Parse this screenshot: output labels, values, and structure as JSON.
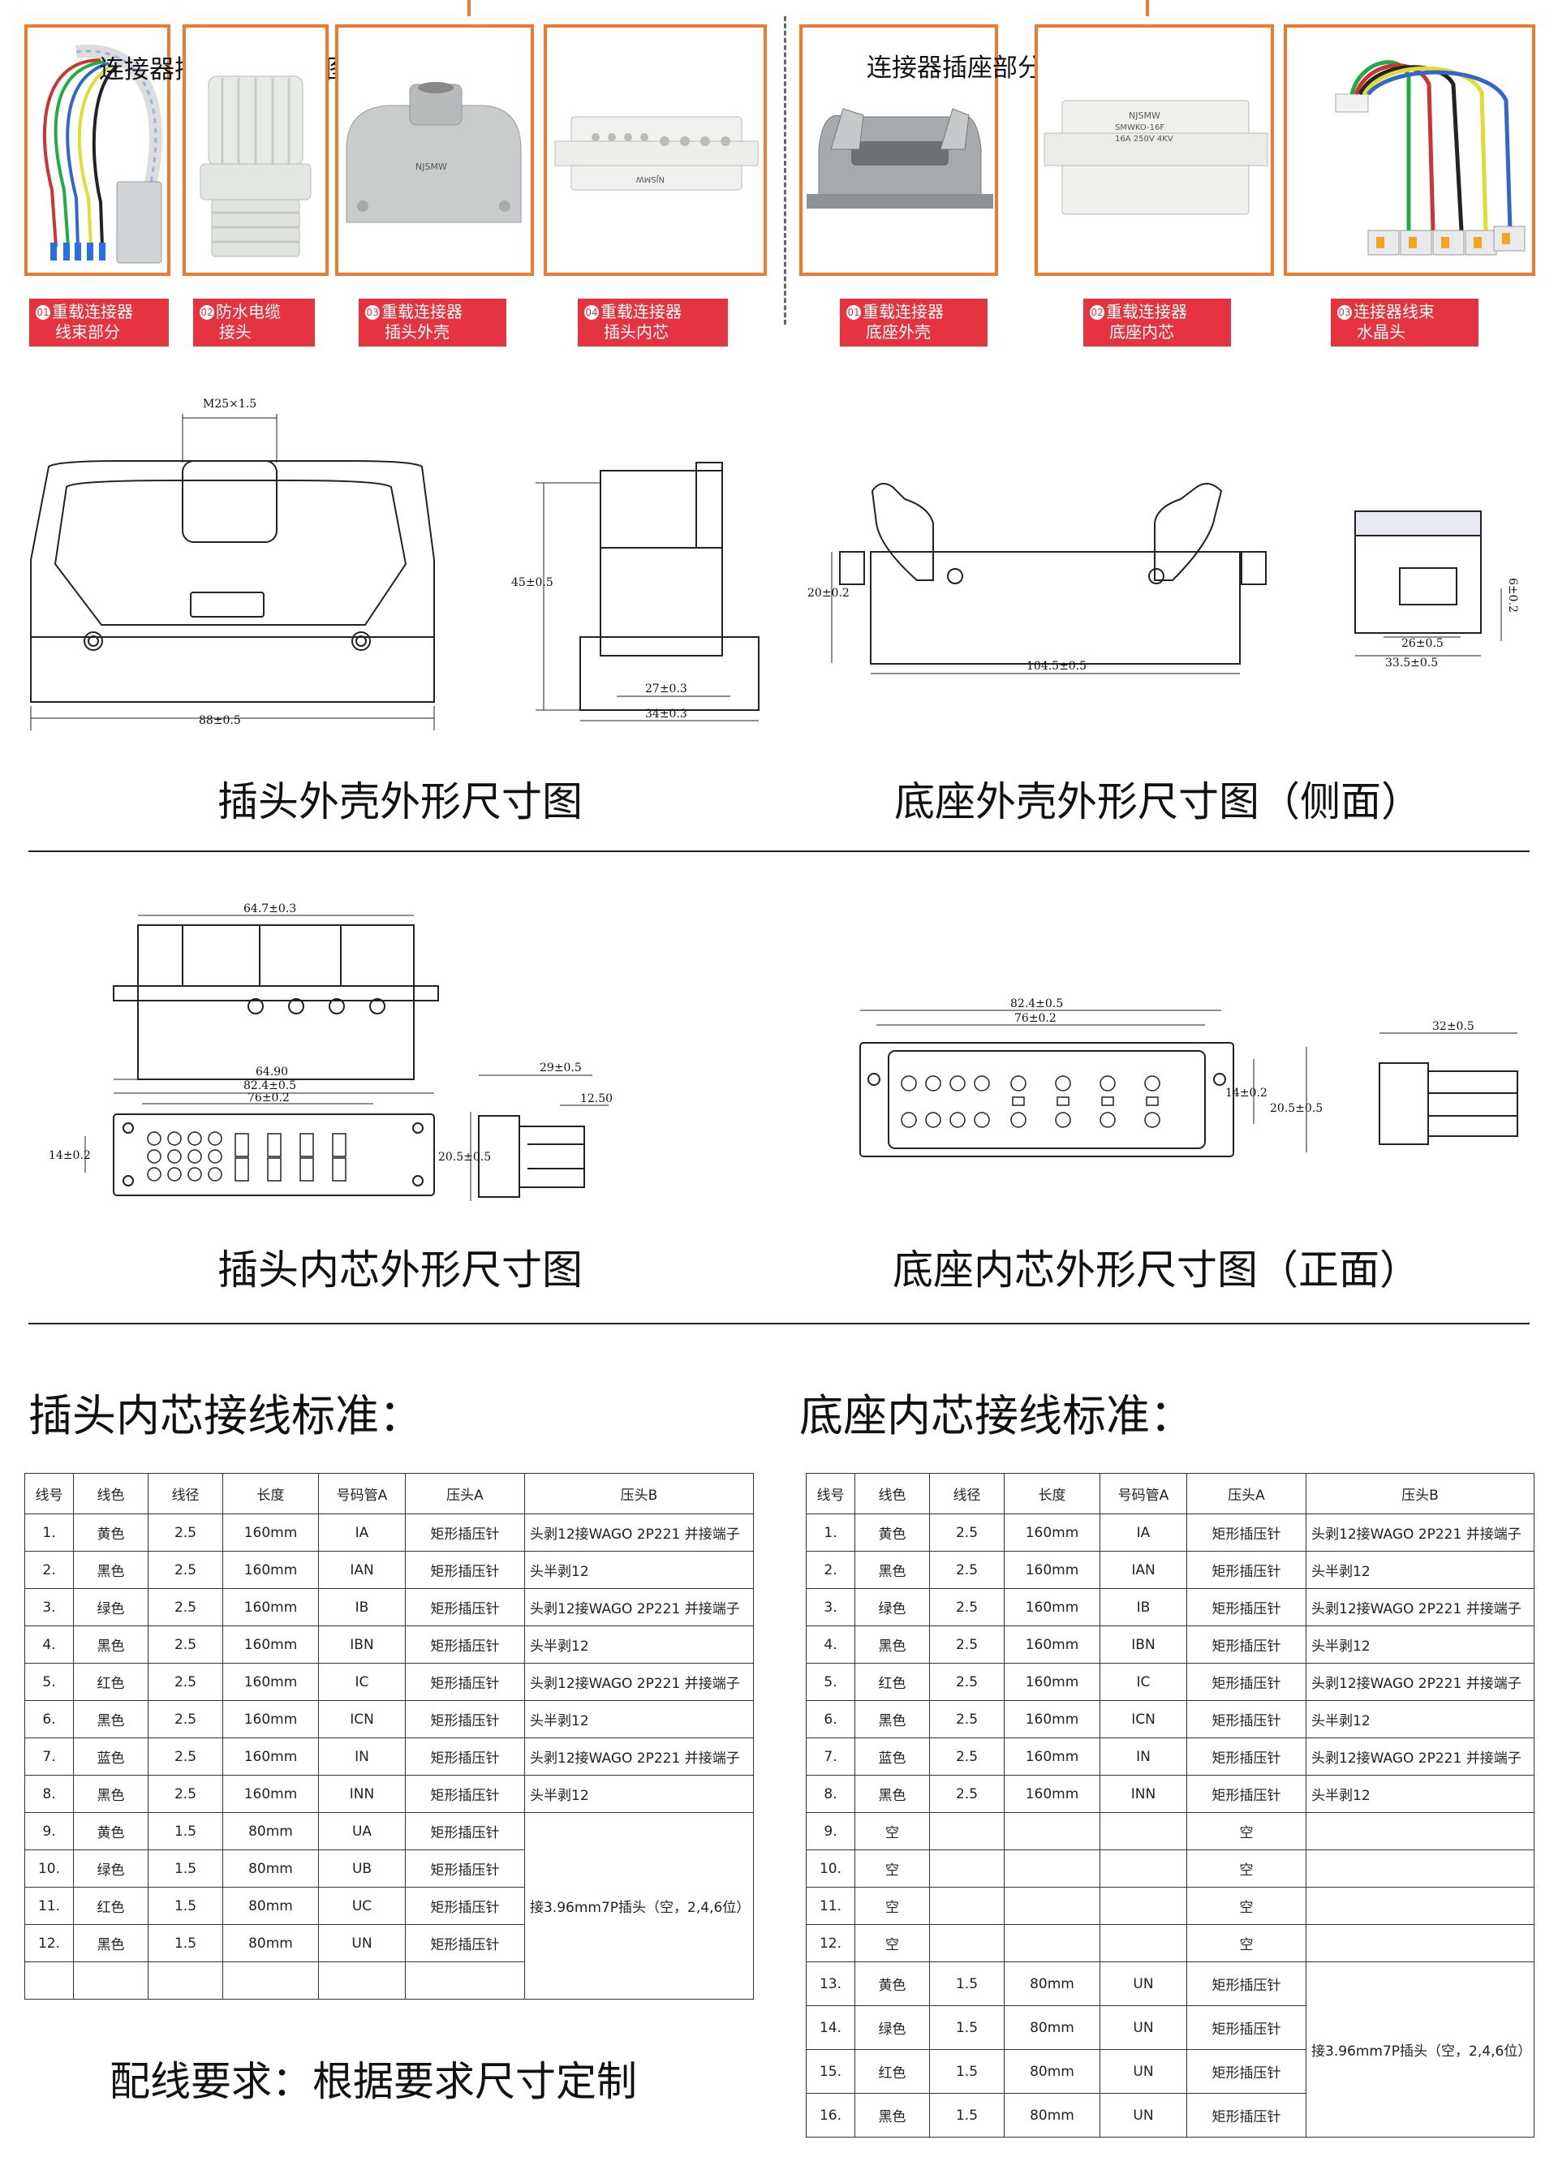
{
  "plug_parts": {
    "title": "连接器插头部分拆分图",
    "items": [
      {
        "num": "01",
        "line1": "重载连接器",
        "line2": "线束部分"
      },
      {
        "num": "02",
        "line1": "防水电缆",
        "line2": "接头"
      },
      {
        "num": "03",
        "line1": "重载连接器",
        "line2": "插头外壳"
      },
      {
        "num": "04",
        "line1": "重载连接器",
        "line2": "插头内芯"
      }
    ]
  },
  "socket_parts": {
    "title": "连接器插座部分拆分图",
    "items": [
      {
        "num": "01",
        "line1": "重载连接器",
        "line2": "底座外壳"
      },
      {
        "num": "02",
        "line1": "重载连接器",
        "line2": "底座内芯"
      },
      {
        "num": "03",
        "line1": "连接器线束",
        "line2": "水晶头"
      }
    ]
  },
  "photo_text": {
    "brand": "NJSMW",
    "socket_core_label": "SMWKO-16F",
    "socket_core_rating": "16A 250V 4KV"
  },
  "drawings": {
    "plug_shell": {
      "caption": "插头外壳外形尺寸图",
      "dims": {
        "thread": "M25×1.5",
        "width": "88±0.5",
        "height": "45±0.5",
        "base_inner": "27±0.3",
        "base_outer": "34±0.3"
      }
    },
    "base_shell": {
      "caption": "底座外壳外形尺寸图（侧面）",
      "dims": {
        "height": "20±0.2",
        "length": "104.5±0.5",
        "side_h": "6±0.2",
        "inner": "26±0.5",
        "outer": "33.5±0.5"
      }
    },
    "plug_core": {
      "caption": "插头内芯外形尺寸图",
      "dims": {
        "top_width": "64.7±0.3",
        "mid_width": "64.90",
        "outer": "82.4±0.5",
        "inner": "76±0.2",
        "height": "14±0.2",
        "side_w": "29±0.5",
        "side_inner": "12.50",
        "side_h": "20.5±0.5"
      }
    },
    "base_core": {
      "caption": "底座内芯外形尺寸图（正面）",
      "dims": {
        "outer": "82.4±0.5",
        "inner": "76±0.2",
        "height_inner": "14±0.2",
        "height_outer": "20.5±0.5",
        "side_w": "32±0.5"
      }
    }
  },
  "plug_table": {
    "title": "插头内芯接线标准：",
    "headers": [
      "线号",
      "线色",
      "线径",
      "长度",
      "号码管A",
      "压头A",
      "压头B"
    ],
    "rows": [
      [
        "1.",
        "黄色",
        "2.5",
        "160mm",
        "IA",
        "矩形插压针",
        "头剥12接WAGO 2P221 并接端子"
      ],
      [
        "2.",
        "黑色",
        "2.5",
        "160mm",
        "IAN",
        "矩形插压针",
        "头半剥12"
      ],
      [
        "3.",
        "绿色",
        "2.5",
        "160mm",
        "IB",
        "矩形插压针",
        "头剥12接WAGO 2P221 并接端子"
      ],
      [
        "4.",
        "黑色",
        "2.5",
        "160mm",
        "IBN",
        "矩形插压针",
        "头半剥12"
      ],
      [
        "5.",
        "红色",
        "2.5",
        "160mm",
        "IC",
        "矩形插压针",
        "头剥12接WAGO 2P221 并接端子"
      ],
      [
        "6.",
        "黑色",
        "2.5",
        "160mm",
        "ICN",
        "矩形插压针",
        "头半剥12"
      ],
      [
        "7.",
        "蓝色",
        "2.5",
        "160mm",
        "IN",
        "矩形插压针",
        "头剥12接WAGO 2P221 并接端子"
      ],
      [
        "8.",
        "黑色",
        "2.5",
        "160mm",
        "INN",
        "矩形插压针",
        "头半剥12"
      ],
      [
        "9.",
        "黄色",
        "1.5",
        "80mm",
        "UA",
        "矩形插压针",
        ""
      ],
      [
        "10.",
        "绿色",
        "1.5",
        "80mm",
        "UB",
        "矩形插压针",
        ""
      ],
      [
        "11.",
        "红色",
        "1.5",
        "80mm",
        "UC",
        "矩形插压针",
        ""
      ],
      [
        "12.",
        "黑色",
        "1.5",
        "80mm",
        "UN",
        "矩形插压针",
        ""
      ],
      [
        "",
        "",
        "",
        "",
        "",
        "",
        ""
      ]
    ],
    "merged_b": "接3.96mm7P插头（空，2,4,6位）"
  },
  "socket_table": {
    "title": "底座内芯接线标准：",
    "headers": [
      "线号",
      "线色",
      "线径",
      "长度",
      "号码管A",
      "压头A",
      "压头B"
    ],
    "rows": [
      [
        "1.",
        "黄色",
        "2.5",
        "160mm",
        "IA",
        "矩形插压针",
        "头剥12接WAGO 2P221 并接端子"
      ],
      [
        "2.",
        "黑色",
        "2.5",
        "160mm",
        "IAN",
        "矩形插压针",
        "头半剥12"
      ],
      [
        "3.",
        "绿色",
        "2.5",
        "160mm",
        "IB",
        "矩形插压针",
        "头剥12接WAGO 2P221 并接端子"
      ],
      [
        "4.",
        "黑色",
        "2.5",
        "160mm",
        "IBN",
        "矩形插压针",
        "头半剥12"
      ],
      [
        "5.",
        "红色",
        "2.5",
        "160mm",
        "IC",
        "矩形插压针",
        "头剥12接WAGO 2P221 并接端子"
      ],
      [
        "6.",
        "黑色",
        "2.5",
        "160mm",
        "ICN",
        "矩形插压针",
        "头半剥12"
      ],
      [
        "7.",
        "蓝色",
        "2.5",
        "160mm",
        "IN",
        "矩形插压针",
        "头剥12接WAGO 2P221 并接端子"
      ],
      [
        "8.",
        "黑色",
        "2.5",
        "160mm",
        "INN",
        "矩形插压针",
        "头半剥12"
      ],
      [
        "9.",
        "空",
        "",
        "",
        "",
        "空",
        ""
      ],
      [
        "10.",
        "空",
        "",
        "",
        "",
        "空",
        ""
      ],
      [
        "11.",
        "空",
        "",
        "",
        "",
        "空",
        ""
      ],
      [
        "12.",
        "空",
        "",
        "",
        "",
        "空",
        ""
      ],
      [
        "13.",
        "黄色",
        "1.5",
        "80mm",
        "UN",
        "矩形插压针",
        ""
      ],
      [
        "14.",
        "绿色",
        "1.5",
        "80mm",
        "UN",
        "矩形插压针",
        ""
      ],
      [
        "15.",
        "红色",
        "1.5",
        "80mm",
        "UN",
        "矩形插压针",
        ""
      ],
      [
        "16.",
        "黑色",
        "1.5",
        "80mm",
        "UN",
        "矩形插压针",
        ""
      ]
    ],
    "merged_b": "接3.96mm7P插头（空，2,4,6位）"
  },
  "requirement": "配线要求：根据要求尺寸定制",
  "colors": {
    "accent": "#ef7a2e",
    "badge": "#e5343f"
  }
}
